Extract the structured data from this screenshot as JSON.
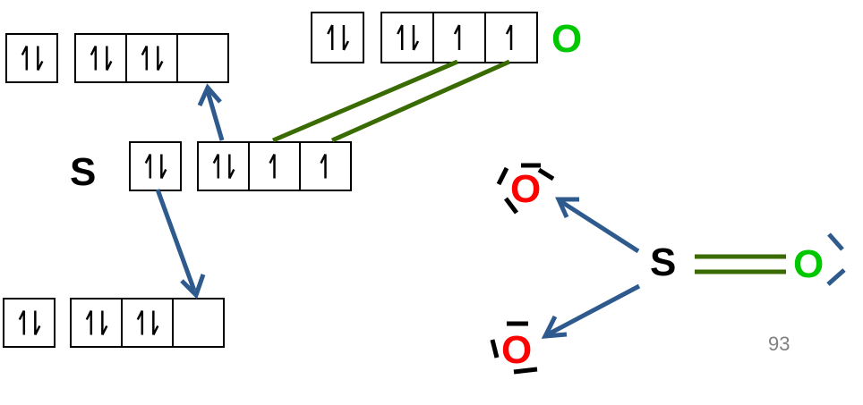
{
  "diagram": {
    "sulfur_symbol": "S",
    "oxygen_symbol": "O",
    "sulfur_config": {
      "s_orbital": [
        "paired"
      ],
      "p_orbitals": [
        "paired",
        "up",
        "up"
      ]
    },
    "oxygen_config": {
      "s_orbital": [
        "paired"
      ],
      "p_orbitals": [
        "paired",
        "up",
        "up"
      ]
    },
    "upper_left_config": {
      "s_orbital": [
        "paired"
      ],
      "p_orbitals": [
        "paired",
        "paired",
        "empty"
      ]
    },
    "lower_left_config": {
      "s_orbital": [
        "paired"
      ],
      "p_orbitals": [
        "paired",
        "paired",
        "empty"
      ]
    },
    "structure": {
      "center": "S",
      "upper_oxygen": "O",
      "lower_oxygen": "O",
      "right_oxygen": "O"
    }
  },
  "colors": {
    "green_oxygen": "#00c800",
    "red_oxygen": "#ff0000",
    "arrow_blue": "#2e5a8e",
    "bond_green": "#3a6b00",
    "text_black": "#000000"
  },
  "page_number": "93"
}
